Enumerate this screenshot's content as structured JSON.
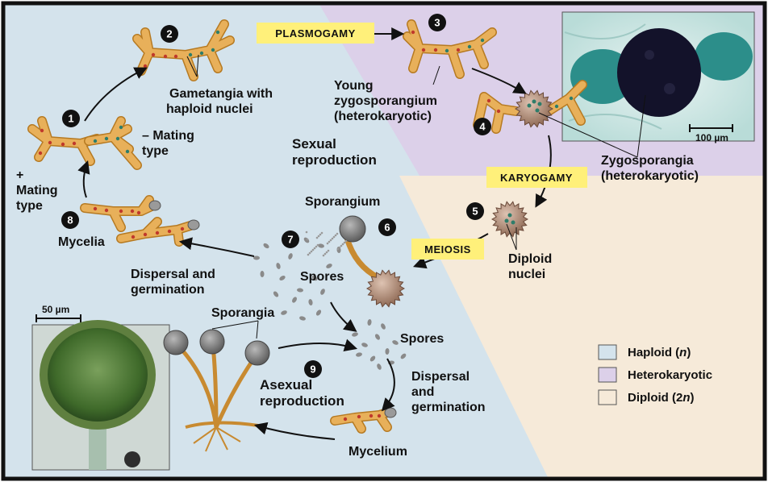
{
  "colors": {
    "haploid": "#d4e3ec",
    "heterokaryotic": "#dcd0e9",
    "diploid": "#f6ead9",
    "hypha": "#e8b05a",
    "hypha_stroke": "#b67a22",
    "nucleus_red": "#c0392b",
    "nucleus_green": "#2e7d6a",
    "spore": "#8a8a8a",
    "label_box": "#fff07a",
    "zygosporangium": "#b7907a"
  },
  "steps": [
    "1",
    "2",
    "3",
    "4",
    "5",
    "6",
    "7",
    "8",
    "9"
  ],
  "labels": {
    "plasmogamy": "PLASMOGAMY",
    "karyogamy": "KARYOGAMY",
    "meiosis": "MEIOSIS",
    "gametangia_1": "Gametangia with",
    "gametangia_2": "haploid nuclei",
    "minus_mating_1": "– Mating",
    "minus_mating_2": "type",
    "plus_mating_1": "+",
    "plus_mating_2": "Mating",
    "plus_mating_3": "type",
    "young_zygo_1": "Young",
    "young_zygo_2": "zygosporangium",
    "young_zygo_3": "(heterokaryotic)",
    "sexual_1": "Sexual",
    "sexual_2": "reproduction",
    "zygosporangia_1": "Zygosporangia",
    "zygosporangia_2": "(heterokaryotic)",
    "sporangium": "Sporangium",
    "diploid_1": "Diploid",
    "diploid_2": "nuclei",
    "mycelia": "Mycelia",
    "dispersal_1_1": "Dispersal and",
    "dispersal_1_2": "germination",
    "spores_1": "Spores",
    "sporangia": "Sporangia",
    "spores_2": "Spores",
    "dispersal_2_1": "Dispersal",
    "dispersal_2_2": "and",
    "dispersal_2_3": "germination",
    "asexual_1": "Asexual",
    "asexual_2": "reproduction",
    "mycelium": "Mycelium"
  },
  "scale_bars": {
    "top": "100 µm",
    "bottom": "50 µm"
  },
  "legend": [
    {
      "label": "Haploid (",
      "italic": "n",
      "end": ")",
      "color": "#d4e3ec"
    },
    {
      "label": "Heterokaryotic",
      "italic": "",
      "end": "",
      "color": "#dcd0e9"
    },
    {
      "label": "Diploid (2",
      "italic": "n",
      "end": ")",
      "color": "#f6ead9"
    }
  ]
}
